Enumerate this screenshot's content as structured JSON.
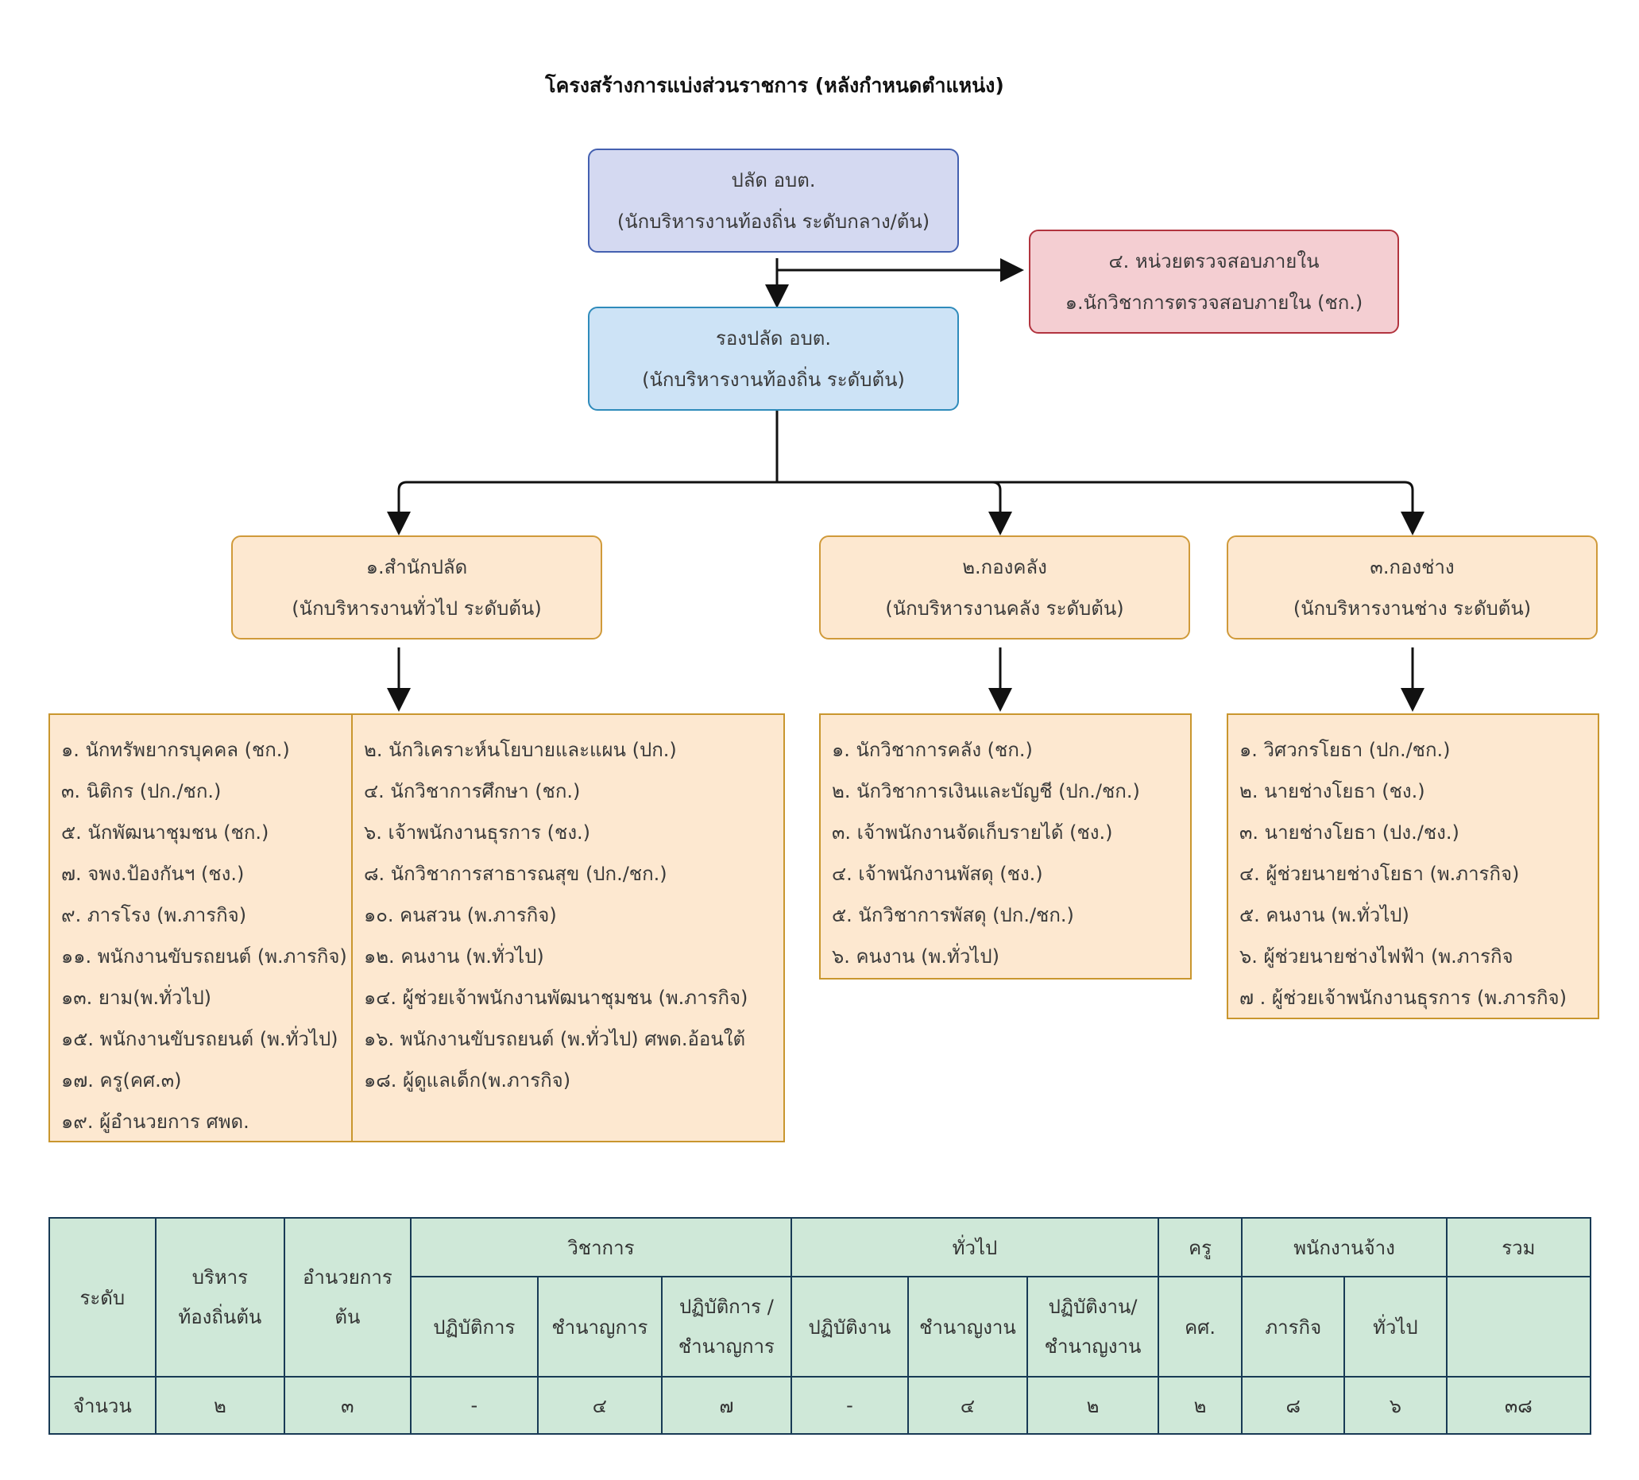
{
  "title": "โครงสร้างการแบ่งส่วนราชการ (หลังกำหนดตำแหน่ง)",
  "top": {
    "line1": "ปลัด อบต.",
    "line2": "(นักบริหารงานท้องถิ่น ระดับกลาง/ต้น)"
  },
  "deputy": {
    "line1": "รองปลัด อบต.",
    "line2": "(นักบริหารงานท้องถิ่น ระดับต้น)"
  },
  "audit": {
    "line1": "๔. หน่วยตรวจสอบภายใน",
    "line2": "๑.นักวิชาการตรวจสอบภายใน (ชก.)"
  },
  "departments": [
    {
      "line1": "๑.สำนักปลัด",
      "line2": "(นักบริหารงานทั่วไป ระดับต้น)"
    },
    {
      "line1": "๒.กองคลัง",
      "line2": "(นักบริหารงานคลัง ระดับต้น)"
    },
    {
      "line1": "๓.กองช่าง",
      "line2": "(นักบริหารงานช่าง ระดับต้น)"
    }
  ],
  "office_staff_left": [
    "๑. นักทรัพยากรบุคคล (ชก.)",
    "๓. นิติกร (ปก./ชก.)",
    "๕. นักพัฒนาชุมชน (ชก.)",
    "๗. จพง.ป้องกันฯ (ชง.)",
    "๙. ภารโรง (พ.ภารกิจ)",
    "๑๑. พนักงานขับรถยนต์ (พ.ภารกิจ)",
    "๑๓. ยาม(พ.ทั่วไป)",
    "๑๕. พนักงานขับรถยนต์ (พ.ทั่วไป)",
    "๑๗. ครู(คศ.๓)",
    "๑๙. ผู้อำนวยการ ศพด."
  ],
  "office_staff_right": [
    "๒. นักวิเคราะห์นโยบายและแผน (ปก.)",
    "๔. นักวิชาการศึกษา (ชก.)",
    "๖. เจ้าพนักงานธุรการ (ชง.)",
    "๘. นักวิชาการสาธารณสุข (ปก./ชก.)",
    "๑๐. คนสวน (พ.ภารกิจ)",
    "๑๒. คนงาน (พ.ทั่วไป)",
    "๑๔. ผู้ช่วยเจ้าพนักงานพัฒนาชุมชน (พ.ภารกิจ)",
    "๑๖. พนักงานขับรถยนต์ (พ.ทั่วไป) ศพด.อ้อนใต้",
    "๑๘. ผู้ดูแลเด็ก(พ.ภารกิจ)"
  ],
  "finance_staff": [
    "๑. นักวิชาการคลัง (ชก.)",
    "๒. นักวิชาการเงินและบัญชี (ปก./ชก.)",
    "๓. เจ้าพนักงานจัดเก็บรายได้ (ชง.)",
    "๔. เจ้าพนักงานพัสดุ (ชง.)",
    "๕. นักวิชาการพัสดุ (ปก./ชก.)",
    "๖. คนงาน (พ.ทั่วไป)"
  ],
  "engineering_staff": [
    "๑. วิศวกรโยธา (ปก./ชก.)",
    "๒. นายช่างโยธา (ชง.)",
    "๓. นายช่างโยธา (ปง./ชง.)",
    "๔. ผู้ช่วยนายช่างโยธา (พ.ภารกิจ)",
    "๕. คนงาน (พ.ทั่วไป)",
    "๖. ผู้ช่วยนายช่างไฟฟ้า (พ.ภารกิจ",
    "๗ . ผู้ช่วยเจ้าพนักงานธุรการ (พ.ภารกิจ)"
  ],
  "table": {
    "level": "ระดับ",
    "exec_1": "บริหาร",
    "exec_2": "ท้องถิ่นต้น",
    "dir_1": "อำนวยการ",
    "dir_2": "ต้น",
    "academic": "วิชาการ",
    "general": "ทั่วไป",
    "teacher": "ครู",
    "employee": "พนักงานจ้าง",
    "total": "รวม",
    "practitioner": "ปฏิบัติการ",
    "professional": "ชำนาญการ",
    "prac_prof_1": "ปฏิบัติการ /",
    "prac_prof_2": "ชำนาญการ",
    "operation": "ปฏิบัติงาน",
    "skilled": "ชำนาญงาน",
    "op_skill_1": "ปฏิบัติงาน/",
    "op_skill_2": "ชำนาญงาน",
    "teacher_grade": "คศ.",
    "mission": "ภารกิจ",
    "general_emp": "ทั่วไป",
    "count_label": "จำนวน",
    "counts": [
      "๒",
      "๓",
      "-",
      "๔",
      "๗",
      "-",
      "๔",
      "๒",
      "๒",
      "๘",
      "๖",
      "๓๘"
    ]
  }
}
